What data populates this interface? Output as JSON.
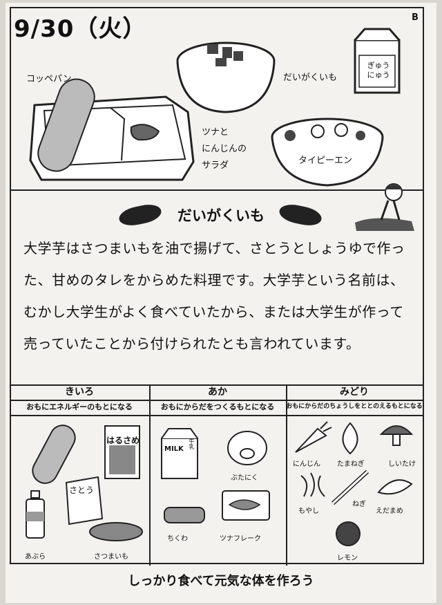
{
  "header": {
    "date": "9/30（火）",
    "corner_mark": "B"
  },
  "menu": {
    "bread": "コッペパン",
    "sweet_potato": "だいがくいも",
    "milk": "ぎゅう\nにゅう",
    "salad": "ツナと\nにんじんの\nサラダ",
    "soup": "タイピーエン"
  },
  "feature": {
    "title": "だいがくいも",
    "paragraph": "大学芋はさつまいもを油で揚げて、さとうとしょうゆで作った、甘めのタレをからめた料理です。大学芋という名前は、むかし大学生がよく食べていたから、または大学生が作って売っていたことから付けられたとも言われています。"
  },
  "groups": {
    "yellow": {
      "name": "きいろ",
      "role": "おもにエネルギーのもとになる"
    },
    "red": {
      "name": "あか",
      "role": "おもにからだをつくるもとになる"
    },
    "green": {
      "name": "みどり",
      "role": "おもにからだのちょうしをととのえるもとになる"
    }
  },
  "foods": {
    "yellow": [
      "はるさめ",
      "さとう",
      "あぶら",
      "さつまいも"
    ],
    "red": [
      "MILK",
      "牛乳",
      "ぶたにく",
      "ちくわ",
      "ツナフレーク"
    ],
    "green": [
      "にんじん",
      "たまねぎ",
      "しいたけ",
      "もやし",
      "ねぎ",
      "えだまめ",
      "レモン"
    ]
  },
  "footer": "しっかり食べて元気な体を作ろう"
}
